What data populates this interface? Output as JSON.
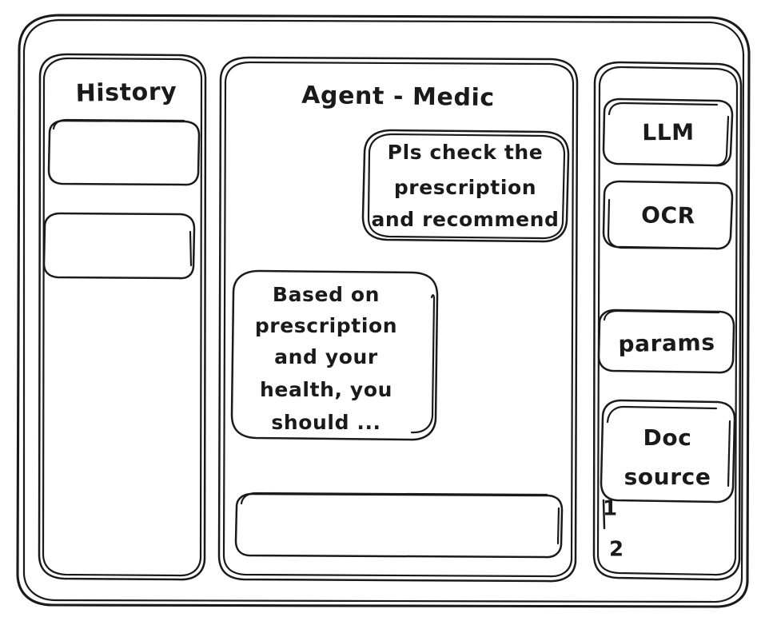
{
  "window": {
    "frame_label": "app-window"
  },
  "sidebar_left": {
    "title": "History",
    "items": [
      {
        "label": ""
      },
      {
        "label": ""
      }
    ]
  },
  "main": {
    "title": "Agent - Medic",
    "messages": [
      {
        "role": "user",
        "lines": [
          "Pls check the",
          "prescription",
          "and recommend"
        ]
      },
      {
        "role": "assistant",
        "lines": [
          "Based on",
          "prescription",
          "and your",
          "health, you",
          "should ..."
        ]
      }
    ],
    "composer": {
      "value": "",
      "placeholder": ""
    }
  },
  "sidebar_right": {
    "tools": [
      {
        "label": "LLM"
      },
      {
        "label": "OCR"
      }
    ],
    "settings": [
      {
        "label": "params"
      }
    ],
    "doc_source": {
      "lines": [
        "Doc",
        "source"
      ],
      "items": [
        "1",
        "2"
      ]
    }
  },
  "colors": {
    "ink": "#1a1a1a",
    "paper": "#ffffff"
  }
}
